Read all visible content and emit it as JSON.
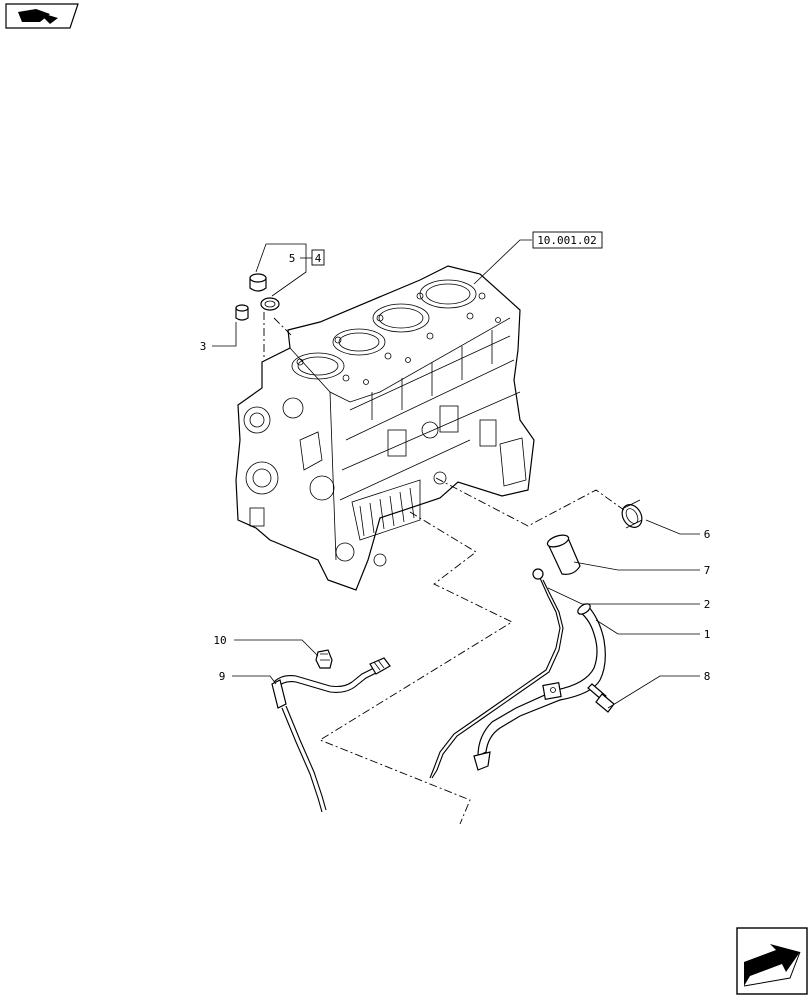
{
  "callouts": {
    "ref": "10.001.02",
    "n1": "1",
    "n2": "2",
    "n3": "3",
    "n4": "4",
    "n5": "5",
    "n6": "6",
    "n7": "7",
    "n8": "8",
    "n9": "9",
    "n10": "10"
  },
  "icons": {
    "top_left": "book-nav-icon",
    "bottom_right": "next-page-arrow-icon"
  }
}
